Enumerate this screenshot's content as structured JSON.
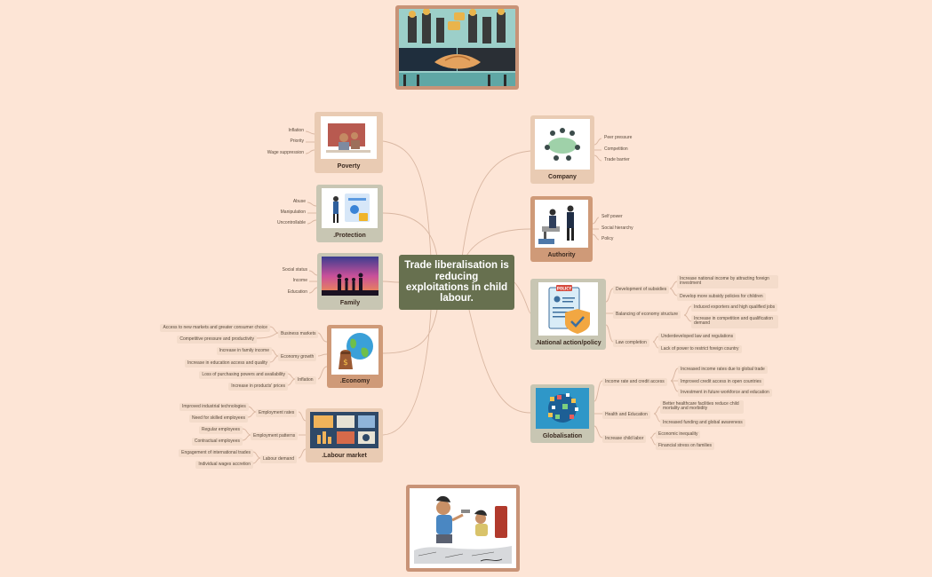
{
  "central_topic": "Trade liberalisation is reducing exploitations in child labour.",
  "colors": {
    "background": "#fde5d6",
    "central": "#67704f",
    "line": "#d9b7a2",
    "chip": "#f4dccb"
  },
  "images": {
    "top": "handshake-crowd-illustration",
    "bottom": "child-labour-sketch"
  },
  "left_branches": {
    "poverty": {
      "label": "Poverty",
      "items": [
        "Inflation",
        "Priority",
        "Wage suppression"
      ]
    },
    "protection": {
      "label": ".Protection",
      "items": [
        "Abuse",
        "Manipulation",
        "Uncontrollable"
      ]
    },
    "family": {
      "label": "Family",
      "items": [
        "Social status",
        "Income",
        "Education"
      ]
    },
    "economy": {
      "label": ".Economy",
      "groups": [
        {
          "label": "Business markets",
          "items": [
            "Access to new markets and greater consumer choice",
            "Competitive pressure and productivity"
          ]
        },
        {
          "label": "Economy growth",
          "items": [
            "Increase in family income",
            "Increase in education access and quality"
          ]
        },
        {
          "label": "Inflation",
          "items": [
            "Loss of purchasing powers and availability",
            "Increase in products' prices"
          ]
        }
      ]
    },
    "labour_market": {
      "label": ".Labour market",
      "groups": [
        {
          "label": "Employment rates",
          "items": [
            "Improved industrial technologies",
            "Need for skilled employees"
          ]
        },
        {
          "label": "Employment patterns",
          "items": [
            "Regular employees",
            "Contractual employees"
          ]
        },
        {
          "label": "Labour demand",
          "items": [
            "Engagement of international trades",
            "Individual wages accretion"
          ]
        }
      ]
    }
  },
  "right_branches": {
    "company": {
      "label": "Company",
      "items": [
        "Peer pressure",
        "Competition",
        "Trade barrier"
      ]
    },
    "authority": {
      "label": "Authority",
      "items": [
        "Self power",
        "Social hierarchy",
        "Policy"
      ]
    },
    "national_action": {
      "label": ".National action/policy",
      "poster_text": "POLICY",
      "groups": [
        {
          "label": "Development of subsidies",
          "items": [
            "Increase national income by attracting foreign investment",
            "Develop more subsidy policies for children"
          ]
        },
        {
          "label": "Balancing of economy structure",
          "items": [
            "Induced exporters and high qualified jobs",
            "Increase in competition and qualification demand"
          ]
        },
        {
          "label": "Law completion",
          "items": [
            "Underdeveloped law and regulations",
            "Lack of power to restrict foreign country"
          ]
        }
      ]
    },
    "globalisation": {
      "label": "Globalisation",
      "groups": [
        {
          "label": "Income rate and credit access",
          "items": [
            "Increased income rates due to global trade",
            "Improved credit access in open countries",
            "Investment in future workforce and education"
          ]
        },
        {
          "label": "Health and Education",
          "items": [
            "Better healthcare facilities reduce child mortality and morbidity",
            "Increased funding and global awareness"
          ]
        },
        {
          "label": "Increase child labor",
          "items": [
            "Economic inequality",
            "Financial stress on families"
          ]
        }
      ]
    }
  }
}
